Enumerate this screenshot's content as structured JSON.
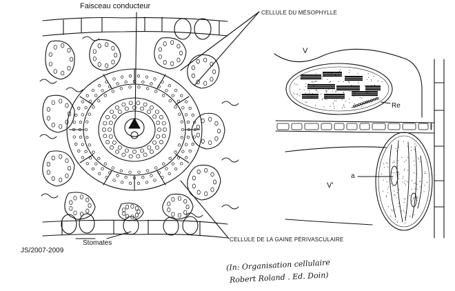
{
  "labels": {
    "title": "Faisceau conducteur",
    "mesophyll": "CELLULE DU MÉSOPHYLLE",
    "bundle_sheath": "CELLULE DE LA GAINE PÉRIVASCULAIRE",
    "stomata": "Stomates",
    "author_code": "JS/2007-2009",
    "vacuole_top": "V",
    "reticulum": "Re",
    "amidon": "a",
    "vacuole_bottom": "V'"
  },
  "source_note": {
    "line1": "(In: Organisation cellulaire",
    "line2": "Robert Roland . Ed. Doin)"
  },
  "colors": {
    "ink": "#111111",
    "background": "#ffffff"
  }
}
